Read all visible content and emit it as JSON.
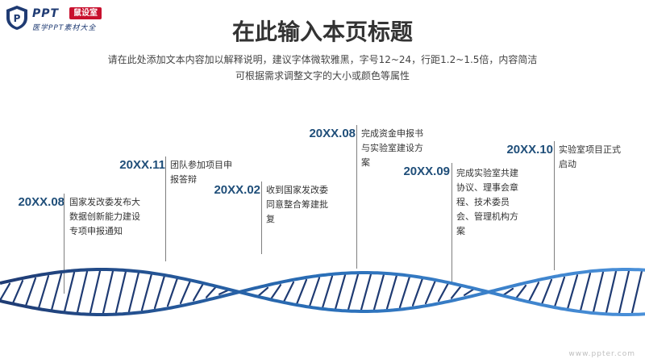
{
  "logo": {
    "brand": "PPT",
    "badge": "鼠设室",
    "tagline": "医学PPT素材大全"
  },
  "title": "在此输入本页标题",
  "subtitle": {
    "line1": "请在此处添加文本内容加以解释说明，建议字体微软雅黑，字号12~24，行距1.2~1.5倍，内容简洁",
    "line2": "可根据需求调整文字的大小或颜色等属性"
  },
  "milestones": [
    {
      "year": "20XX.08",
      "text": "国家发改委发布大数据创新能力建设专项申报通知"
    },
    {
      "year": "20XX.11",
      "text": "团队参加项目申报答辩"
    },
    {
      "year": "20XX.02",
      "text": "收到国家发改委同意整合筹建批复"
    },
    {
      "year": "20XX.08",
      "text": "完成资金申报书与实验室建设方案"
    },
    {
      "year": "20XX.09",
      "text": "完成实验室共建协议、理事会章程、技术委员会、管理机构方案"
    },
    {
      "year": "20XX.10",
      "text": "实验室项目正式启动"
    }
  ],
  "watermark": "www.ppter.com",
  "colors": {
    "accent": "#1f4e79",
    "helix_dark": "#1f3b73",
    "helix_light": "#4a90d9",
    "brand_red": "#c8102e"
  }
}
